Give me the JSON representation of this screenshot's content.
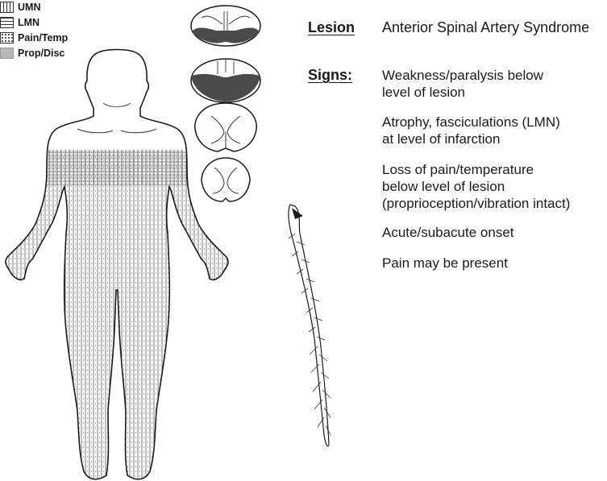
{
  "legend": [
    {
      "label": "UMN",
      "pattern": "vertical-lines"
    },
    {
      "label": "LMN",
      "pattern": "horizontal-lines"
    },
    {
      "label": "Pain/Temp",
      "pattern": "dots"
    },
    {
      "label": "Prop/Disc",
      "pattern": "gray-fill"
    }
  ],
  "lesion": {
    "heading": "Lesion",
    "value": "Anterior Spinal Artery Syndrome"
  },
  "signs": {
    "heading": "Signs:",
    "items": [
      "Weakness/paralysis below\nlevel of lesion",
      "Atrophy, fasciculations (LMN)\nat level of infarction",
      "Loss of pain/temperature\nbelow level of lesion\n(proprioception/vibration intact)",
      "Acute/subacute onset",
      "Pain may be present"
    ]
  },
  "colors": {
    "text": "#1a1a1a",
    "lesion_fill": "#4a4a4a",
    "prop_gray": "#b8b8b8"
  }
}
